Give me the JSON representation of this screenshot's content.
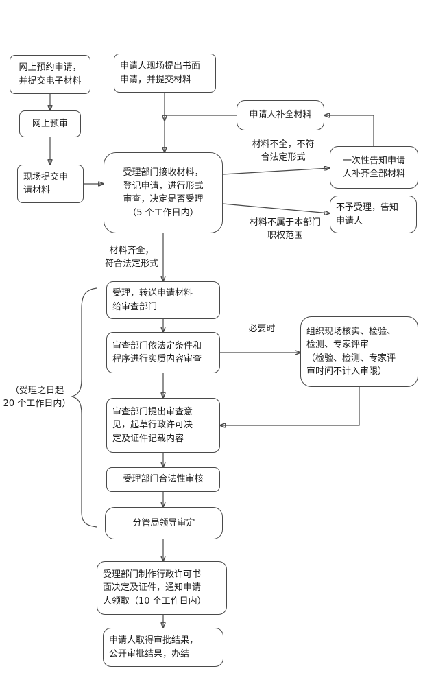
{
  "flow": {
    "online_reservation": "网上预约申请，\n并提交电子材料",
    "onsite_written": "申请人现场提出书面\n申请，并提交材料",
    "online_pre_review": "网上预审",
    "supplement_materials": "申请人补全材料",
    "onsite_submit": "现场提交申\n请材料",
    "acceptance_dept": "受理部门接收材料，\n登记申请，进行形式\n审查，决定是否受理\n（5 个工作日内）",
    "notify_once": "一次性告知申请\n人补齐全部材料",
    "reject": "不予受理，告知\n申请人",
    "accept_transfer": "受理，转送申请材料\n给审查部门",
    "substantive_review": "审查部门依法定条件和\n程序进行实质内容审查",
    "onsite_verification": "组织现场核实、检验、\n检测、专家评审\n（检验、检测、专家评\n审时间不计入审限）",
    "review_opinion": "审查部门提出审查意\n见，起草行政许可决\n定及证件记载内容",
    "legality_review": "受理部门合法性审核",
    "leader_approval": "分管局领导审定",
    "make_decision": "受理部门制作行政许可书\n面决定及证件，通知申请\n人领取（10 个工作日内）",
    "obtain_result": "申请人取得审批结果，\n公开审批结果，办结"
  },
  "edge_labels": {
    "incomplete": "材料不全，不符\n合法定形式",
    "not_in_scope": "材料不属于本部门\n职权范围",
    "complete": "材料齐全，\n符合法定形式",
    "when_necessary": "必要时",
    "twenty_days": "（受理之日起\n20 个工作日内）"
  },
  "colors": {
    "border": "#4a4a4a",
    "text": "#1c1c1c",
    "background": "#ffffff"
  }
}
